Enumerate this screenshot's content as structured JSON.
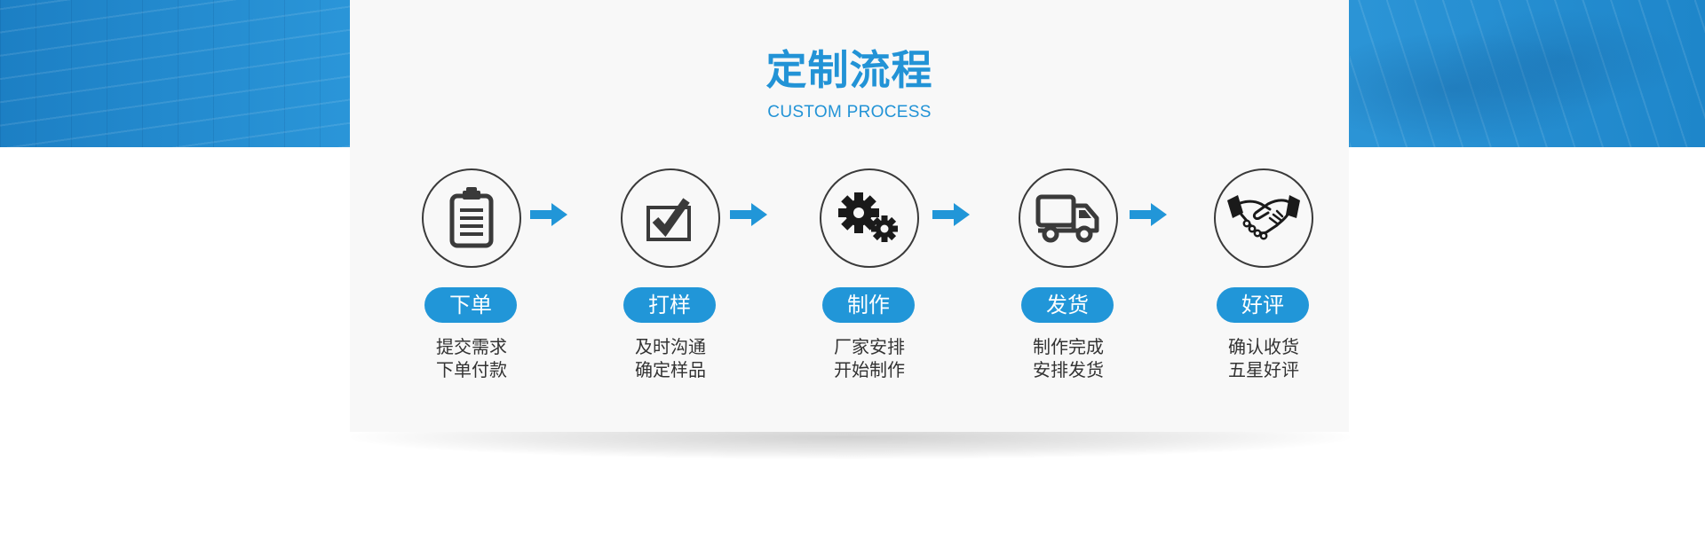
{
  "header": {
    "title": "定制流程",
    "subtitle": "CUSTOM PROCESS"
  },
  "colors": {
    "accent": "#2196d8",
    "title": "#2293d6",
    "icon": "#3a3a3a",
    "banner": "#2a95d8",
    "card": "#f8f8f8"
  },
  "steps": [
    {
      "icon": "clipboard-icon",
      "label": "下单",
      "line1": "提交需求",
      "line2": "下单付款"
    },
    {
      "icon": "checkbox-icon",
      "label": "打样",
      "line1": "及时沟通",
      "line2": "确定样品"
    },
    {
      "icon": "gears-icon",
      "label": "制作",
      "line1": "厂家安排",
      "line2": "开始制作"
    },
    {
      "icon": "truck-icon",
      "label": "发货",
      "line1": "制作完成",
      "line2": "安排发货"
    },
    {
      "icon": "handshake-icon",
      "label": "好评",
      "line1": "确认收货",
      "line2": "五星好评"
    }
  ]
}
